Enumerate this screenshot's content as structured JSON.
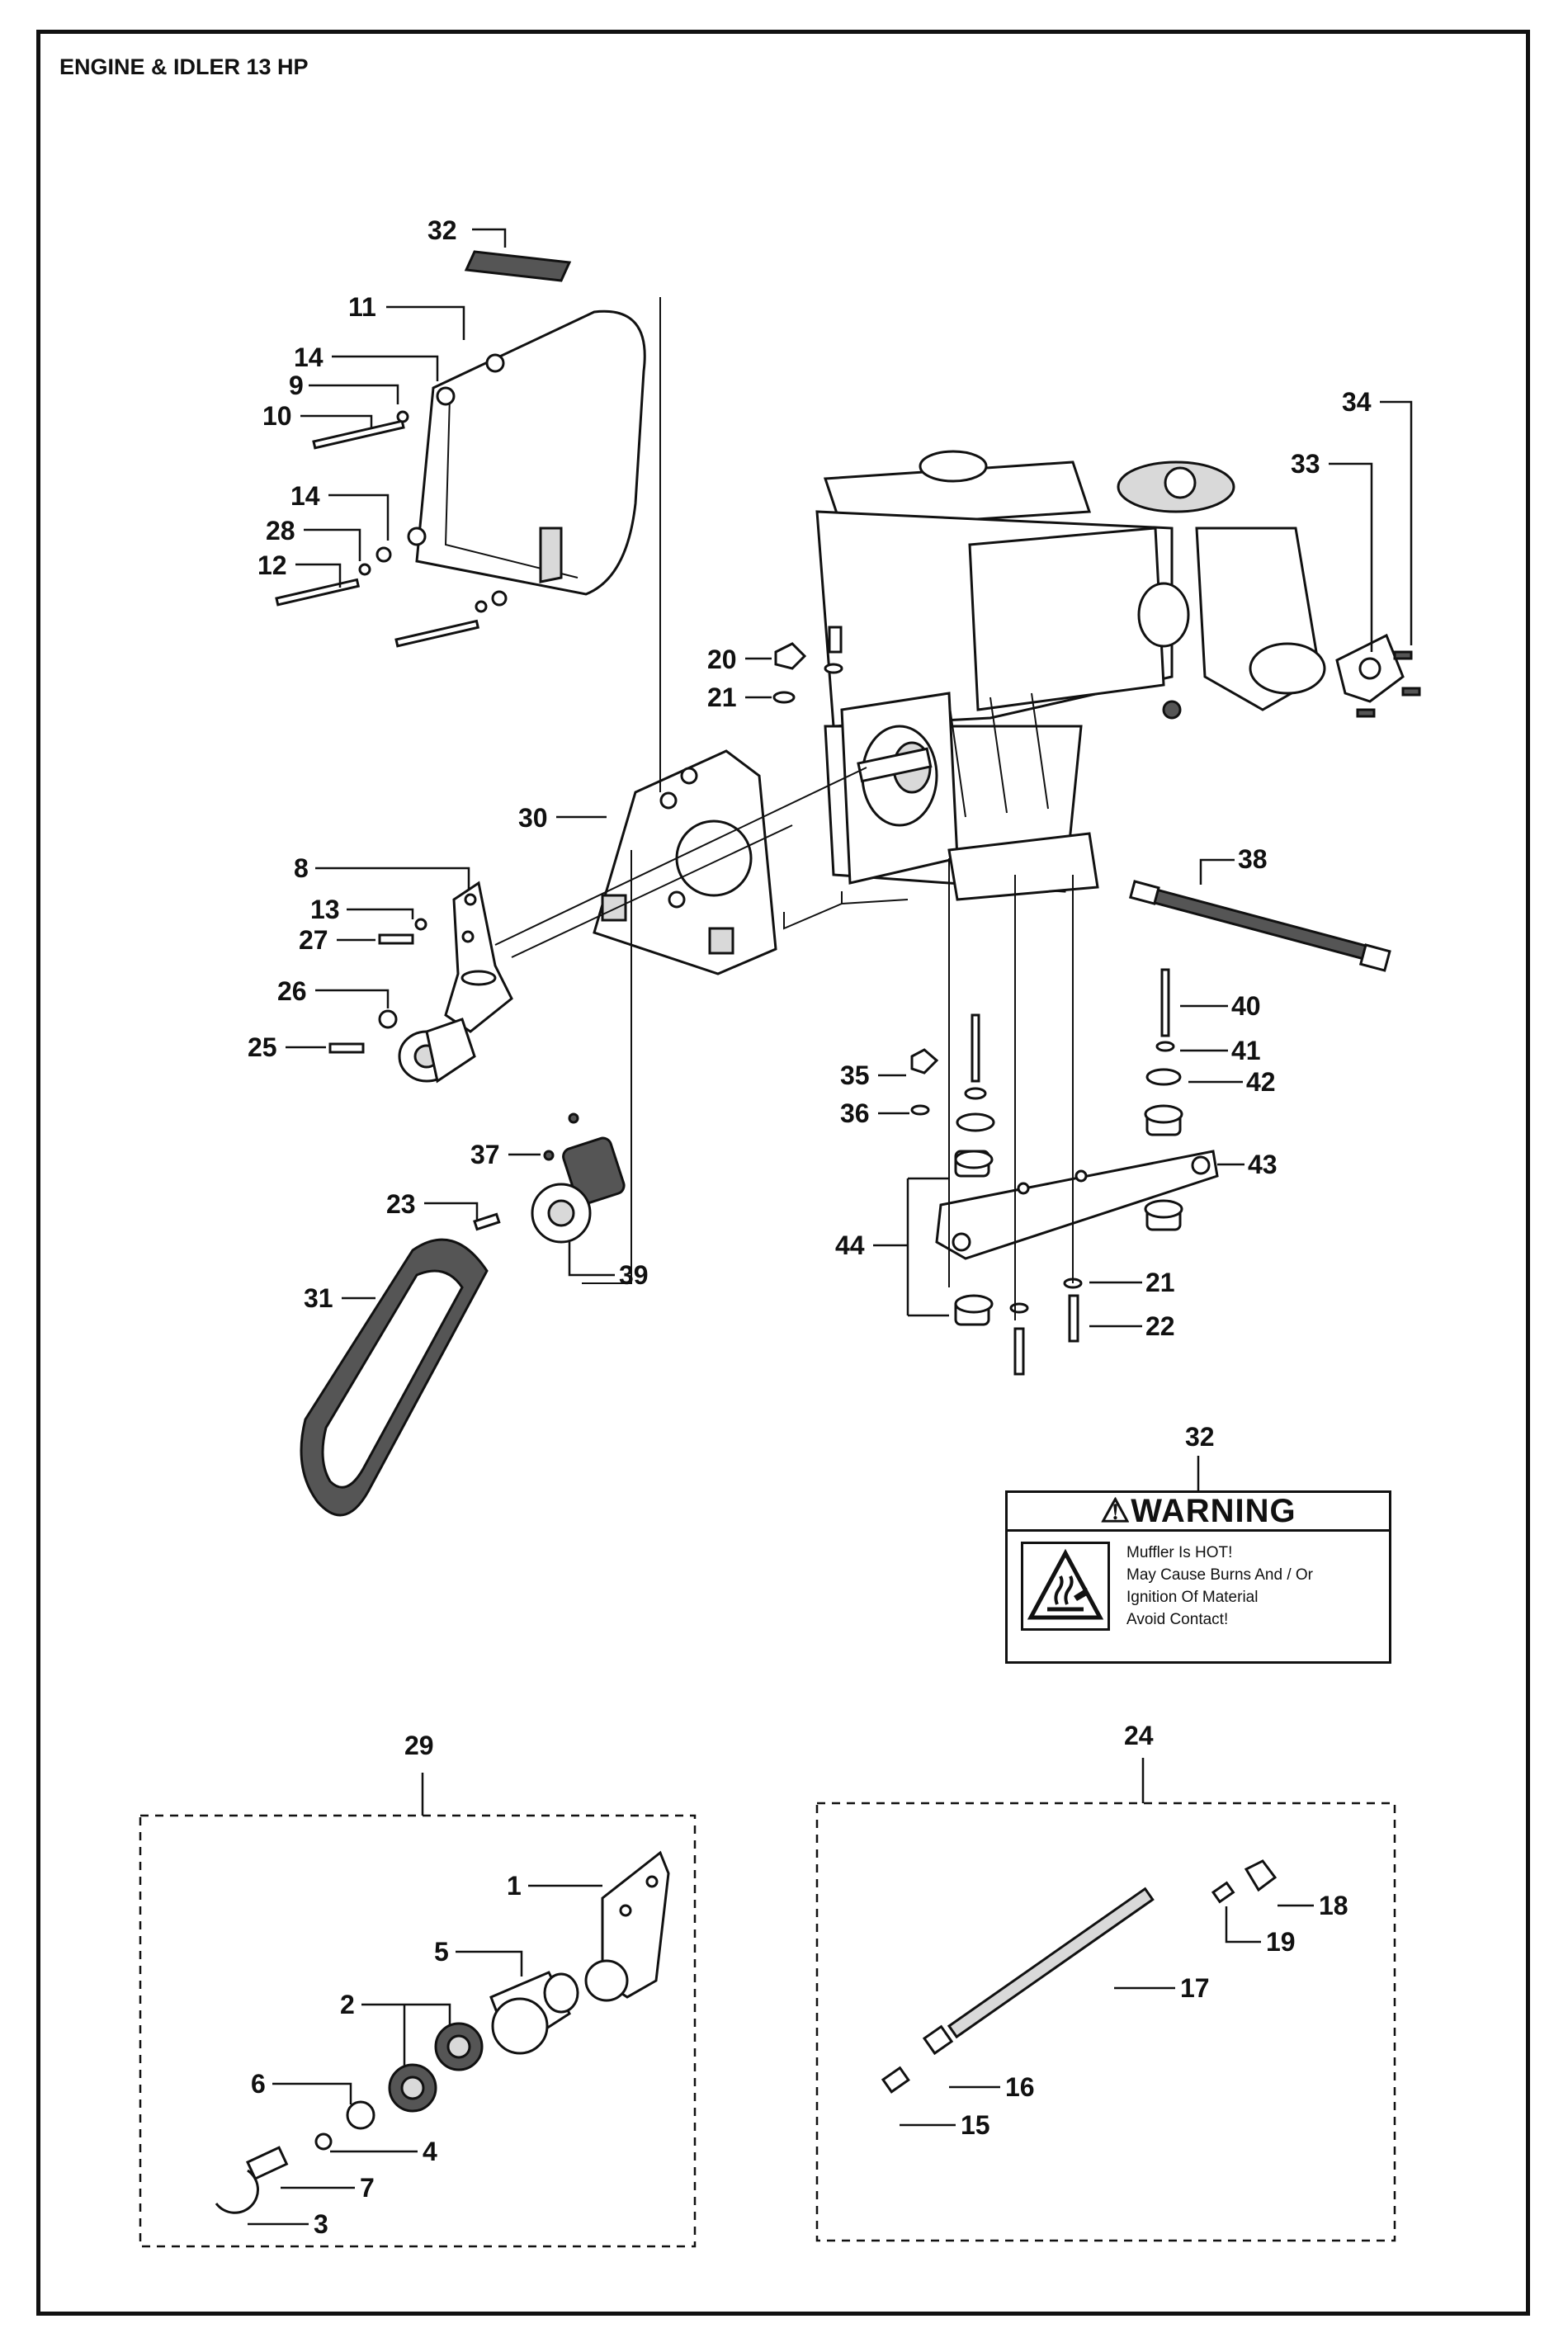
{
  "title": "ENGINE & IDLER 13 HP",
  "callouts": {
    "c32a": "32",
    "c11": "11",
    "c14a": "14",
    "c9": "9",
    "c10": "10",
    "c14b": "14",
    "c28": "28",
    "c12": "12",
    "c34": "34",
    "c33": "33",
    "c20": "20",
    "c21a": "21",
    "c30": "30",
    "c8": "8",
    "c13": "13",
    "c27": "27",
    "c26": "26",
    "c25": "25",
    "c38": "38",
    "c40": "40",
    "c41": "41",
    "c42": "42",
    "c35": "35",
    "c36": "36",
    "c43": "43",
    "c37": "37",
    "c23": "23",
    "c39": "39",
    "c44": "44",
    "c31": "31",
    "c21b": "21",
    "c22": "22",
    "c32b": "32",
    "c29": "29",
    "c24": "24",
    "c1": "1",
    "c5": "5",
    "c2": "2",
    "c6": "6",
    "c4": "4",
    "c7": "7",
    "c3": "3",
    "c18": "18",
    "c19": "19",
    "c17": "17",
    "c16": "16",
    "c15": "15"
  },
  "warning_label": {
    "header": "⚠WARNING",
    "lines": [
      "Muffler Is HOT!",
      "May Cause Burns And / Or",
      "Ignition Of Material",
      "Avoid Contact!"
    ]
  }
}
